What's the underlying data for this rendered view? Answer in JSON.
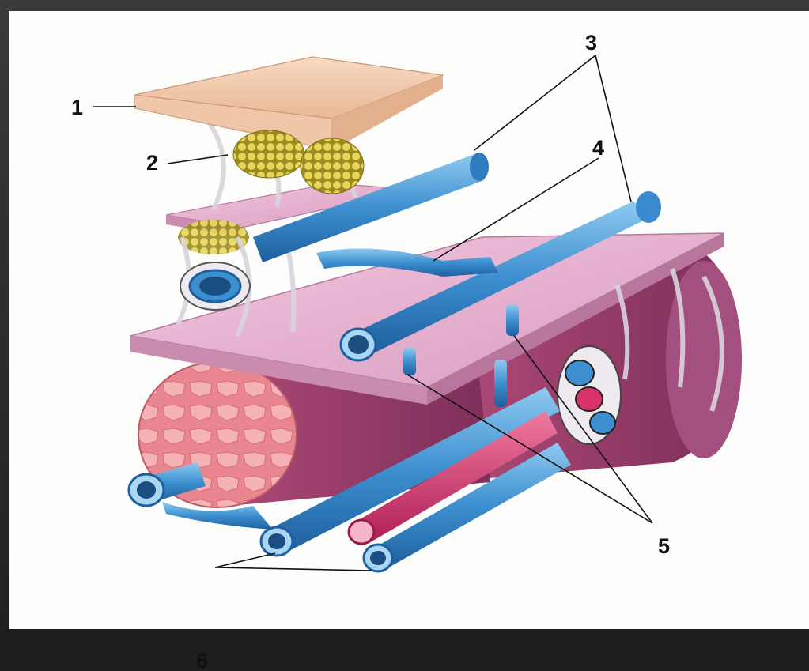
{
  "diagram": {
    "labels": [
      {
        "id": "1",
        "text": "1"
      },
      {
        "id": "2",
        "text": "2"
      },
      {
        "id": "3",
        "text": "3"
      },
      {
        "id": "4",
        "text": "4"
      },
      {
        "id": "5",
        "text": "5"
      },
      {
        "id": "6",
        "text": "6"
      }
    ]
  },
  "colors": {
    "skin": "#f2cdb0",
    "fat": "#d8c64a",
    "fascia": "#e7b4d0",
    "vein": "#4d9fd9",
    "artery": "#d8336a",
    "muscle": "#f0a3a8",
    "connective": "#e9e6ec"
  }
}
